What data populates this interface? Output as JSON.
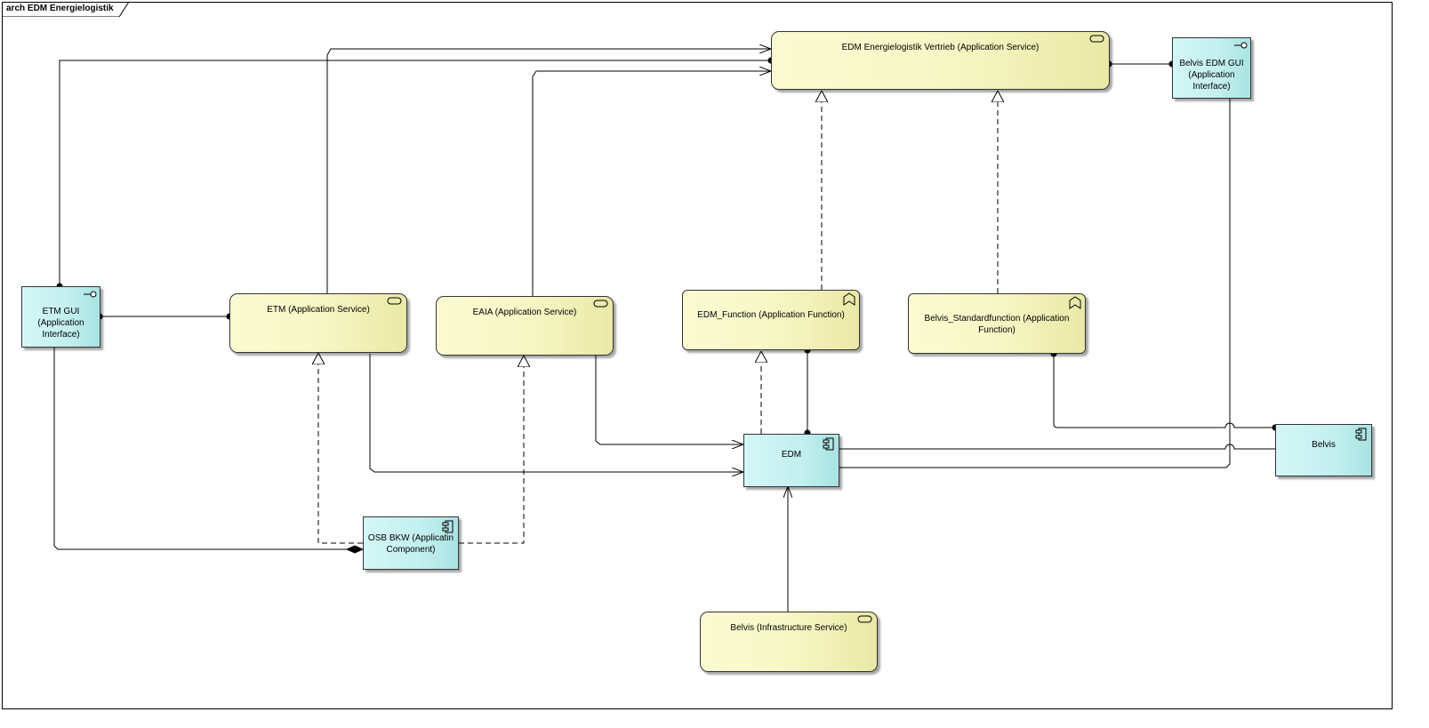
{
  "diagram": {
    "title": "arch EDM Energielogistik",
    "nodes": {
      "edm_vertrieb": "EDM Energielogistik Vertrieb (Application Service)",
      "belvis_edm_gui": "Belvis EDM GUI (Application Interface)",
      "etm_gui": "ETM GUI (Application Interface)",
      "etm": "ETM (Application Service)",
      "eaia": "EAIA (Application Service)",
      "edm_function": "EDM_Function (Application Function)",
      "belvis_standardfunction": "Belvis_Standardfunction (Application Function)",
      "edm": "EDM",
      "belvis": "Belvis",
      "osb_bkw": "OSB BKW (Applicatin Component)",
      "belvis_infra": "Belvis (Infrastructure Service)"
    },
    "colors": {
      "service_fill": "#f7f7c6",
      "application_fill": "#c3efef",
      "line": "#000000"
    }
  }
}
